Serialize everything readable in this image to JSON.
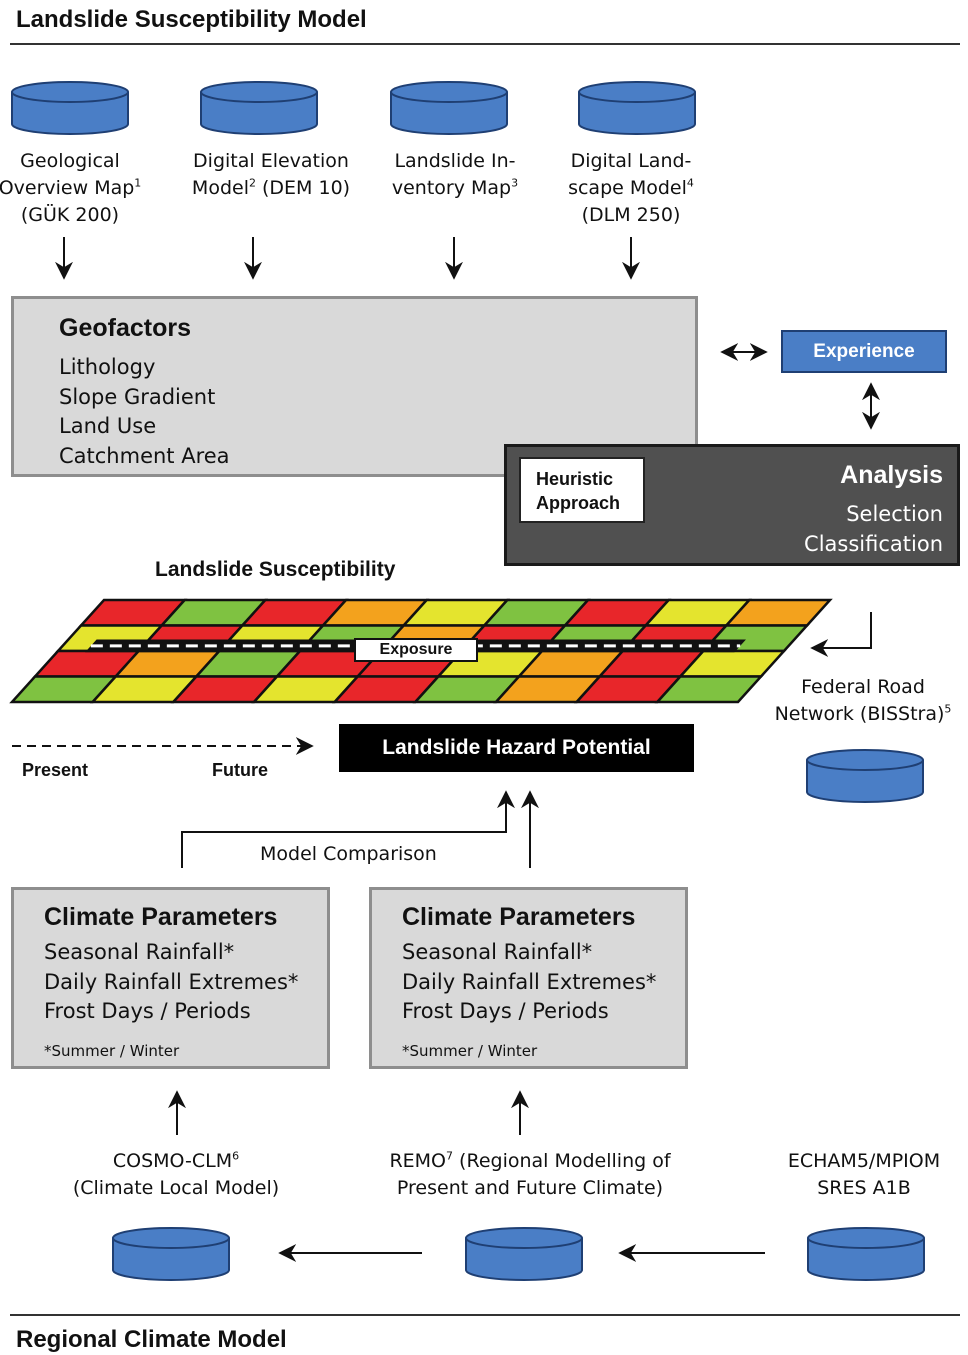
{
  "header": {
    "title": "Landslide Susceptibility Model"
  },
  "footer": {
    "title": "Regional Climate Model"
  },
  "sources": [
    {
      "line1": "Geological",
      "line2a": "Overview Map",
      "sup": "1",
      "line2b": "",
      "line3": "(GÜK 200)"
    },
    {
      "line1": "Digital Elevation",
      "line2a": "Model",
      "sup": "2",
      "line2b": " (DEM 10)",
      "line3": ""
    },
    {
      "line1": "Landslide In-",
      "line2a": "ventory Map",
      "sup": "3",
      "line2b": "",
      "line3": ""
    },
    {
      "line1": "Digital Land-",
      "line2a": "scape Model",
      "sup": "4",
      "line2b": "",
      "line3": "(DLM 250)"
    }
  ],
  "geofactors": {
    "heading": "Geofactors",
    "items": [
      "Lithology",
      "Slope Gradient",
      "Land Use",
      "Catchment Area"
    ]
  },
  "experience": {
    "label": "Experience"
  },
  "analysis": {
    "heading": "Analysis",
    "items": [
      "Selection",
      "Classification"
    ],
    "heuristic_line1": "Heuristic",
    "heuristic_line2": "Approach"
  },
  "susceptibility": {
    "title": "Landslide Susceptibility",
    "exposure_label": "Exposure",
    "grid_rows": [
      [
        "red",
        "green",
        "red",
        "orange",
        "yellow",
        "green",
        "red",
        "yellow",
        "orange"
      ],
      [
        "yellow",
        "red",
        "yellow",
        "green",
        "orange",
        "red",
        "green",
        "red",
        "green"
      ],
      [
        "red",
        "orange",
        "green",
        "red",
        "red",
        "yellow",
        "orange",
        "red",
        "yellow"
      ],
      [
        "green",
        "yellow",
        "red",
        "yellow",
        "red",
        "green",
        "orange",
        "red",
        "green"
      ]
    ],
    "colors": {
      "red": "#e8262a",
      "green": "#7fc241",
      "yellow": "#e4e42e",
      "orange": "#f3a21d"
    }
  },
  "federal_road": {
    "line1": "Federal Road",
    "line2a": "Network (BISStra)",
    "sup": "5"
  },
  "timeline": {
    "present": "Present",
    "future": "Future"
  },
  "hazard": {
    "label": "Landslide Hazard Potential"
  },
  "model_comparison": {
    "label": "Model Comparison"
  },
  "climate_boxes": [
    {
      "heading": "Climate Parameters",
      "items": [
        "Seasonal Rainfall*",
        "Daily Rainfall Extremes*",
        "Frost Days / Periods"
      ],
      "note": "*Summer / Winter"
    },
    {
      "heading": "Climate Parameters",
      "items": [
        "Seasonal Rainfall*",
        "Daily Rainfall Extremes*",
        "Frost Days / Periods"
      ],
      "note": "*Summer / Winter"
    }
  ],
  "climate_models": [
    {
      "line1a": "COSMO-CLM",
      "sup": "6",
      "line1b": "",
      "line2": "(Climate Local Model)"
    },
    {
      "line1a": "REMO",
      "sup": "7",
      "line1b": " (Regional Modelling of",
      "line2": "Present and Future Climate)"
    },
    {
      "line1a": "ECHAM5/MPIOM",
      "sup": "",
      "line1b": "",
      "line2": "SRES A1B"
    }
  ],
  "palette": {
    "cylinder": "#4a7ec6",
    "cylinder_stroke": "#1f3f73",
    "analysis_bg": "#505050",
    "box_bg": "#d9d9d9",
    "hazard_bg": "#000000"
  }
}
